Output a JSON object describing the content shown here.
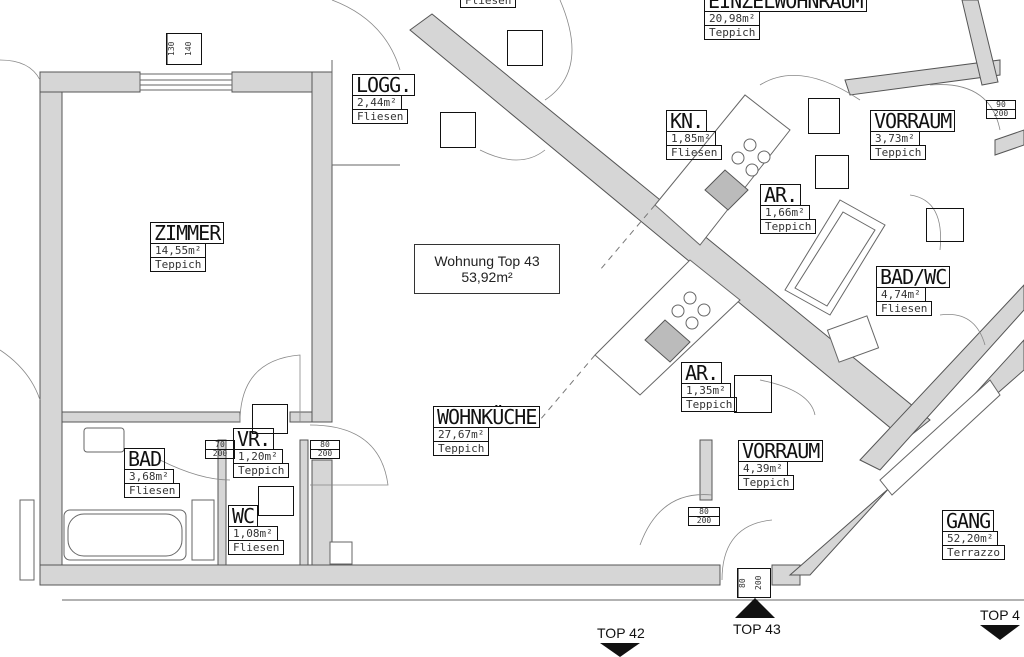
{
  "unit": {
    "title": "Wohnung Top 43",
    "area": "53,92m²"
  },
  "rooms": {
    "zimmer": {
      "name": "ZIMMER",
      "area": "14,55m²",
      "floor": "Teppich"
    },
    "logg": {
      "name": "LOGG.",
      "area": "2,44m²",
      "floor": "Fliesen"
    },
    "wohnkueche": {
      "name": "WOHNKÜCHE",
      "area": "27,67m²",
      "floor": "Teppich"
    },
    "bad": {
      "name": "BAD",
      "area": "3,68m²",
      "floor": "Fliesen"
    },
    "vr": {
      "name": "VR.",
      "area": "1,20m²",
      "floor": "Teppich"
    },
    "wc": {
      "name": "WC",
      "area": "1,08m²",
      "floor": "Fliesen"
    },
    "kn": {
      "name": "KN.",
      "area": "1,85m²",
      "floor": "Fliesen"
    },
    "ar_upper": {
      "name": "AR.",
      "area": "1,66m²",
      "floor": "Teppich"
    },
    "vorraum_upper": {
      "name": "VORRAUM",
      "area": "3,73m²",
      "floor": "Teppich"
    },
    "badwc": {
      "name": "BAD/WC",
      "area": "4,74m²",
      "floor": "Fliesen"
    },
    "ar_lower": {
      "name": "AR.",
      "area": "1,35m²",
      "floor": "Teppich"
    },
    "vorraum_lower": {
      "name": "VORRAUM",
      "area": "4,39m²",
      "floor": "Teppich"
    },
    "gang": {
      "name": "GANG",
      "area": "52,20m²",
      "floor": "Terrazzo"
    },
    "top_partial": {
      "name": "EINZELWOHNRAUM",
      "area": "20,98m²",
      "floor": "Teppich"
    },
    "fliesen_top": {
      "floor": "Fliesen"
    }
  },
  "tags": {
    "window": [
      "130",
      "140"
    ],
    "t70": [
      "70",
      "200"
    ],
    "t80a": [
      "80",
      "200"
    ],
    "t80b": [
      "80",
      "200"
    ],
    "t80c": [
      "80",
      "200"
    ],
    "t90": [
      "90",
      "200"
    ]
  },
  "entrances": {
    "top42": "TOP 42",
    "top43": "TOP 43",
    "top44": "TOP 4"
  }
}
